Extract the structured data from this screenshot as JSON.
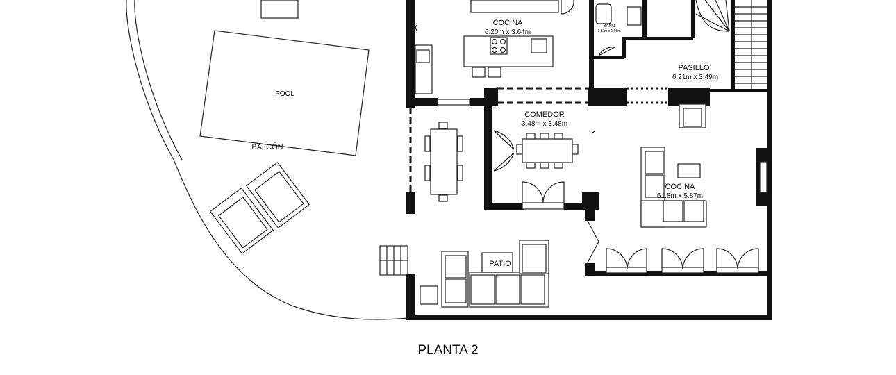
{
  "plan": {
    "title": "PLANTA 2",
    "rooms": {
      "cocina_top": {
        "name": "COCINA",
        "dims": "6.20m x 3.64m"
      },
      "bano": {
        "name": "BAÑO",
        "dims": "1.82m x 1.98m"
      },
      "pasillo": {
        "name": "PASILLO",
        "dims": "6.21m x 3.49m"
      },
      "comedor": {
        "name": "COMEDOR",
        "dims": "3.48m x 3.48m"
      },
      "cocina_main": {
        "name": "COCINA",
        "dims": "6.18m x 5.87m"
      },
      "pool": {
        "name": "POOL"
      },
      "balcon": {
        "name": "BALCÓN"
      },
      "patio": {
        "name": "PATIO"
      }
    }
  }
}
